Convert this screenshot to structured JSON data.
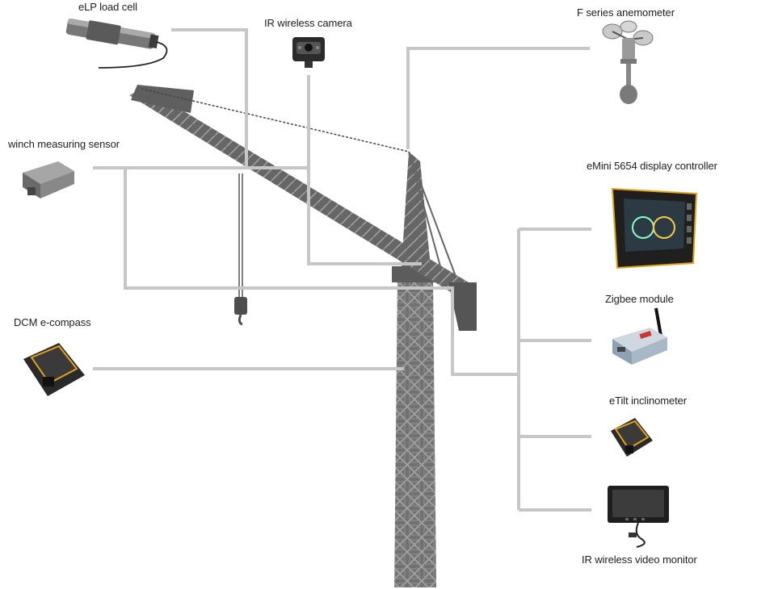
{
  "components": {
    "load_cell": "eLP load cell",
    "camera": "IR wireless camera",
    "anemometer": "F series anemometer",
    "winch_sensor": "winch measuring sensor",
    "display_controller": "eMini 5654 display controller",
    "zigbee": "Zigbee module",
    "e_compass": "DCM e-compass",
    "inclinometer": "eTilt inclinometer",
    "video_monitor": "IR wireless video monitor"
  },
  "colors": {
    "crane": "#6e6e6e",
    "connector": "#c6c6c6",
    "accent": "#e0a21c",
    "device_dark": "#2a2a2a"
  }
}
